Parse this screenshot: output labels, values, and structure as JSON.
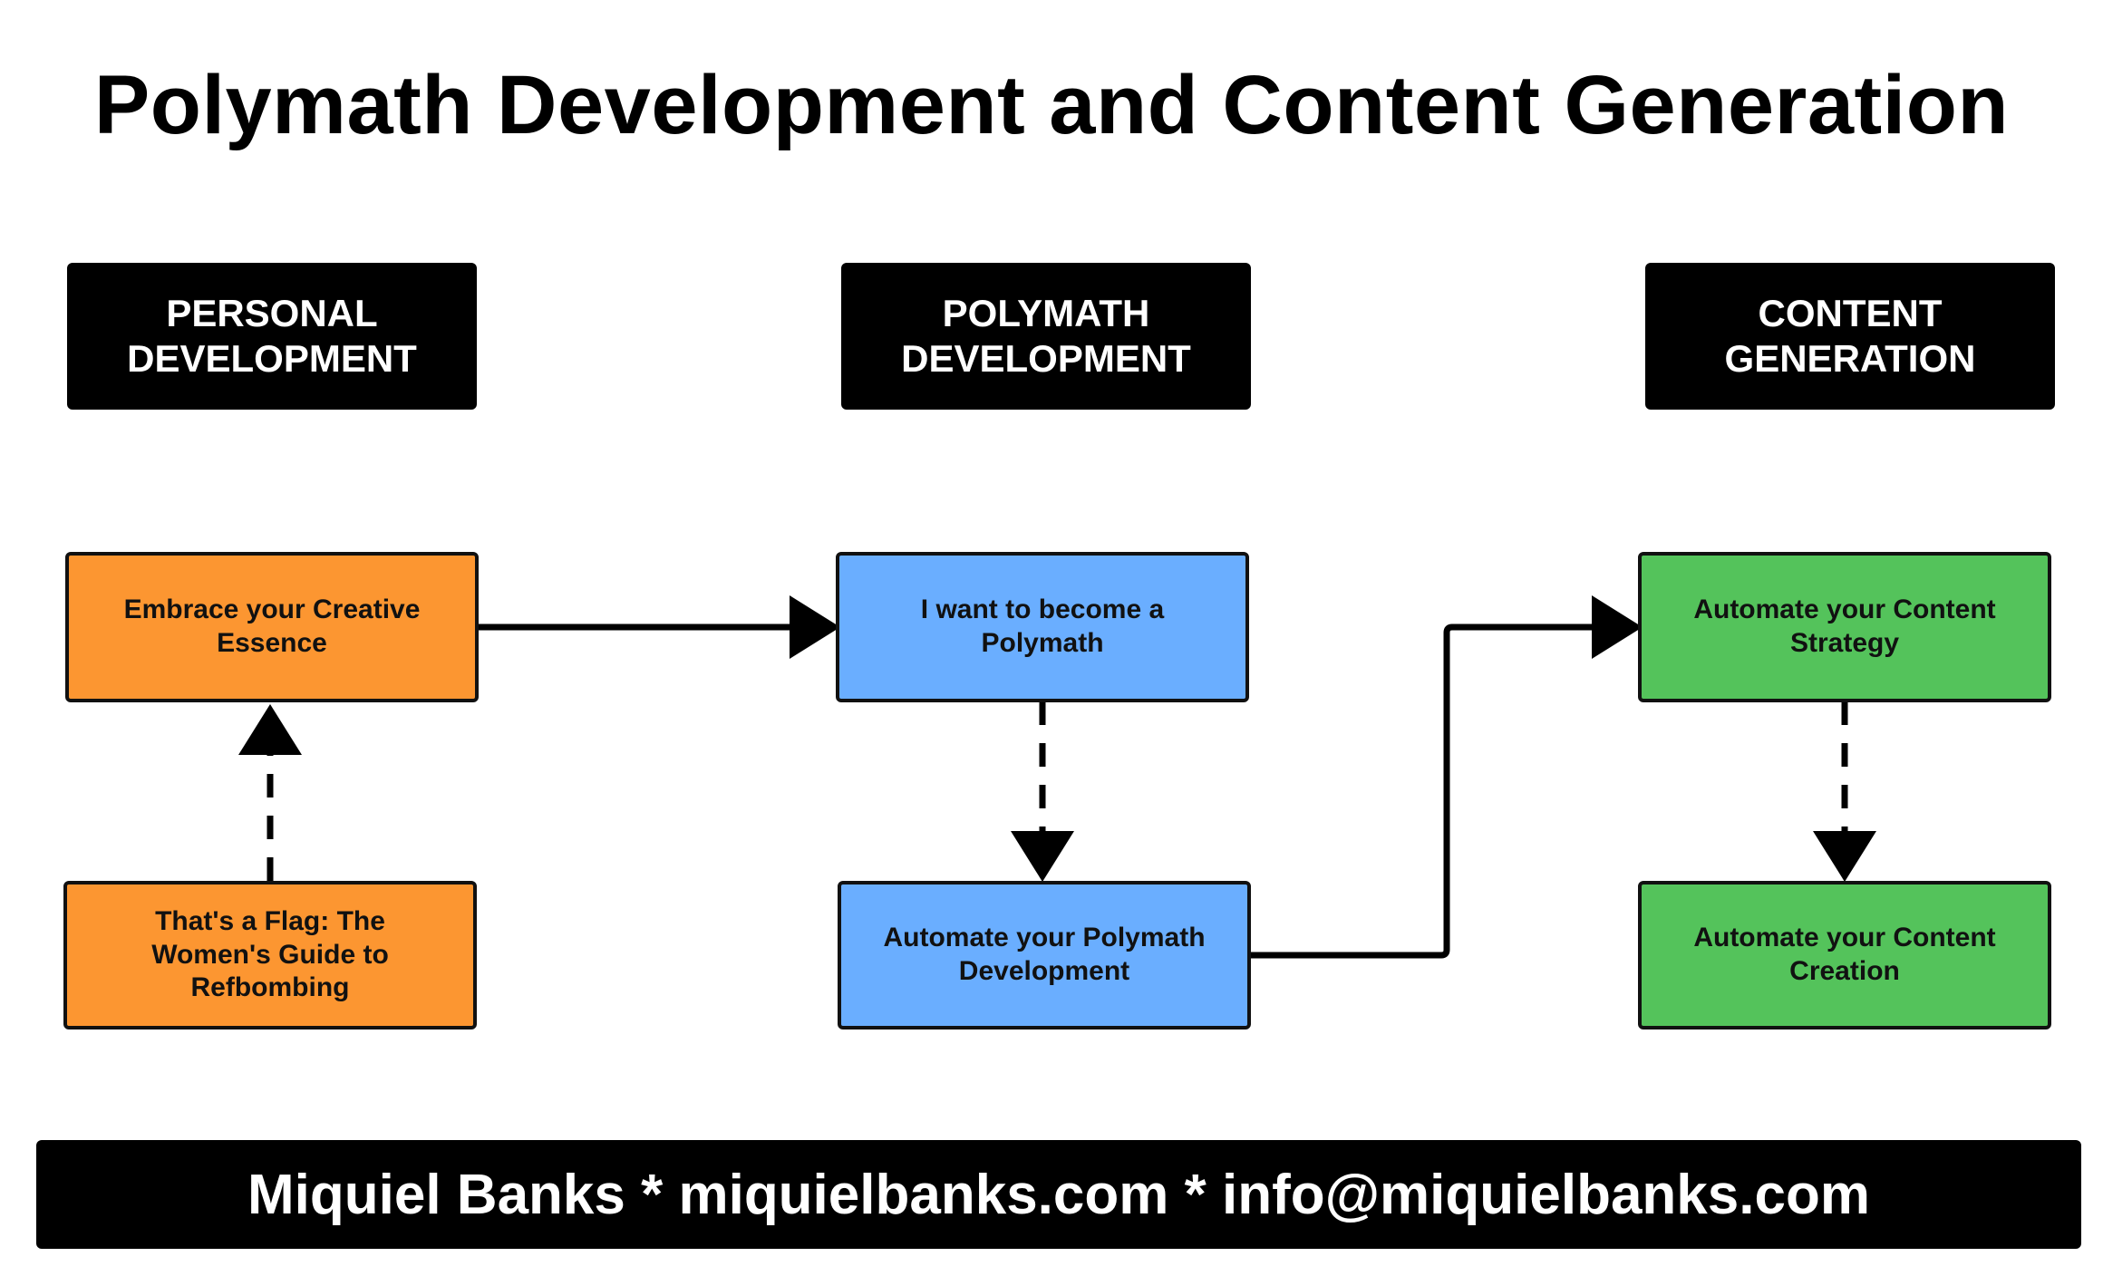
{
  "title": "Polymath Development and Content Generation",
  "columns": [
    {
      "header_line1": "PERSONAL",
      "header_line2": "DEVELOPMENT"
    },
    {
      "header_line1": "POLYMATH",
      "header_line2": "DEVELOPMENT"
    },
    {
      "header_line1": "CONTENT",
      "header_line2": "GENERATION"
    }
  ],
  "nodes": {
    "embrace": "Embrace your Creative Essence",
    "flag": "That's a Flag: The Women's Guide to Refbombing",
    "polymath": "I want to become a Polymath",
    "automate_polymath": "Automate your Polymath Development",
    "content_strategy": "Automate your Content Strategy",
    "content_creation": "Automate your Content Creation"
  },
  "footer": "Miquiel Banks * miquielbanks.com * info@miquielbanks.com",
  "colors": {
    "personal": "#fc9631",
    "polymath": "#6aaeff",
    "content": "#54c35b",
    "header_bg": "#000000"
  }
}
